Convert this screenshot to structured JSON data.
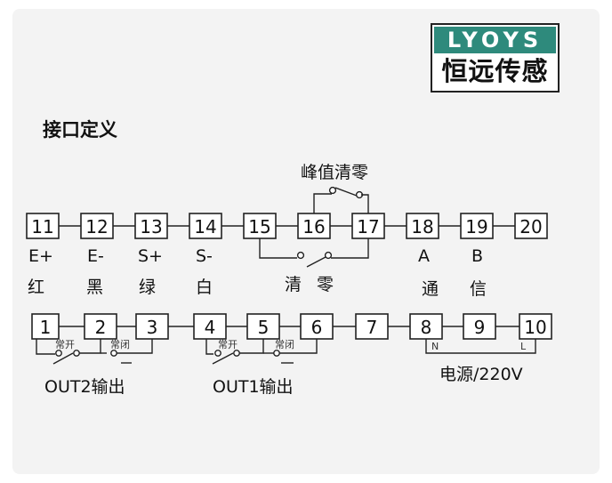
{
  "logo": {
    "brand": "LYOYS",
    "chinese": "恒远传感"
  },
  "heading": "接口定义",
  "peak_clear_label": "峰值清零",
  "top_terminals": [
    "11",
    "12",
    "13",
    "14",
    "15",
    "16",
    "17",
    "18",
    "19",
    "20"
  ],
  "top_labels": {
    "t11": "E+",
    "t11_color": "红",
    "t12": "E-",
    "t12_color": "黑",
    "t13": "S+",
    "t13_color": "绿",
    "t14": "S-",
    "t14_color": "白",
    "clear_1": "清",
    "clear_2": "零",
    "t18": "A",
    "t19": "B",
    "comm_1": "通",
    "comm_2": "信"
  },
  "bottom_terminals": [
    "1",
    "2",
    "3",
    "4",
    "5",
    "6",
    "7",
    "8",
    "9",
    "10"
  ],
  "bottom_labels": {
    "no_1": "常开",
    "nc_1": "常闭",
    "no_2": "常开",
    "nc_2": "常闭",
    "out2": "OUT2输出",
    "out1": "OUT1输出",
    "n": "N",
    "l": "L",
    "power": "电源/220V"
  }
}
